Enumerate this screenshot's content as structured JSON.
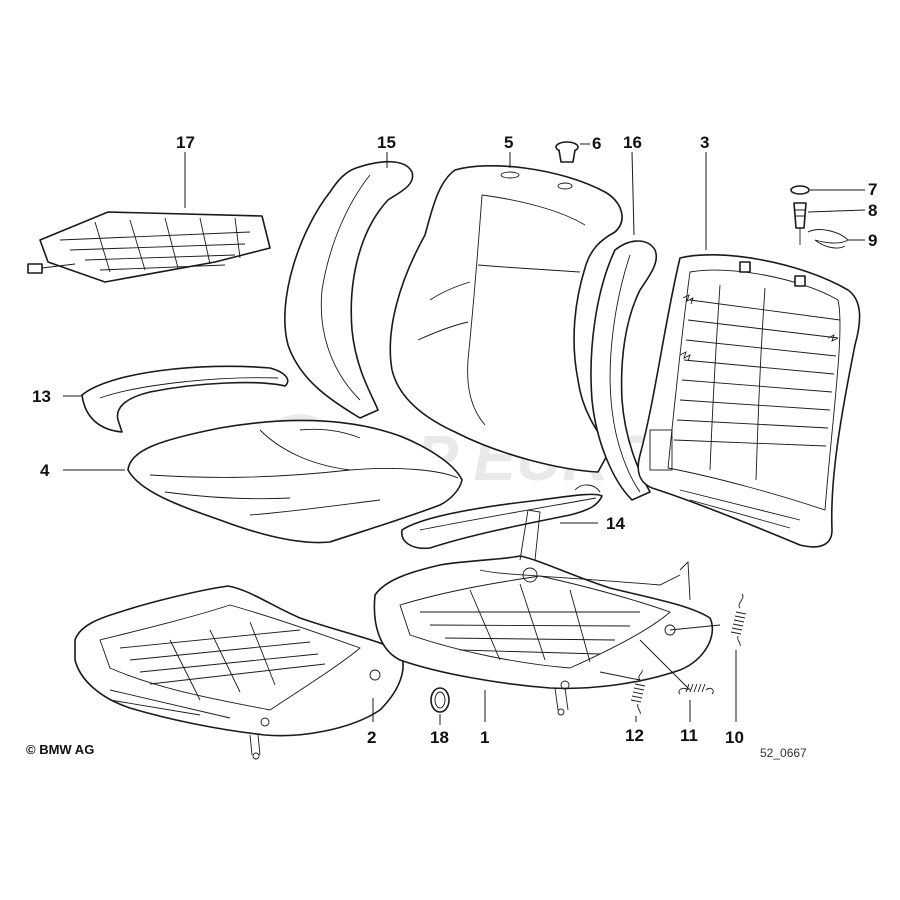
{
  "diagram": {
    "part_numbers": [
      "1",
      "2",
      "3",
      "4",
      "5",
      "6",
      "7",
      "8",
      "9",
      "10",
      "11",
      "12",
      "13",
      "14",
      "15",
      "16",
      "17",
      "18"
    ],
    "copyright": "© BMW AG",
    "drawing_code": "52_0667",
    "watermark": "FCP EURO"
  }
}
